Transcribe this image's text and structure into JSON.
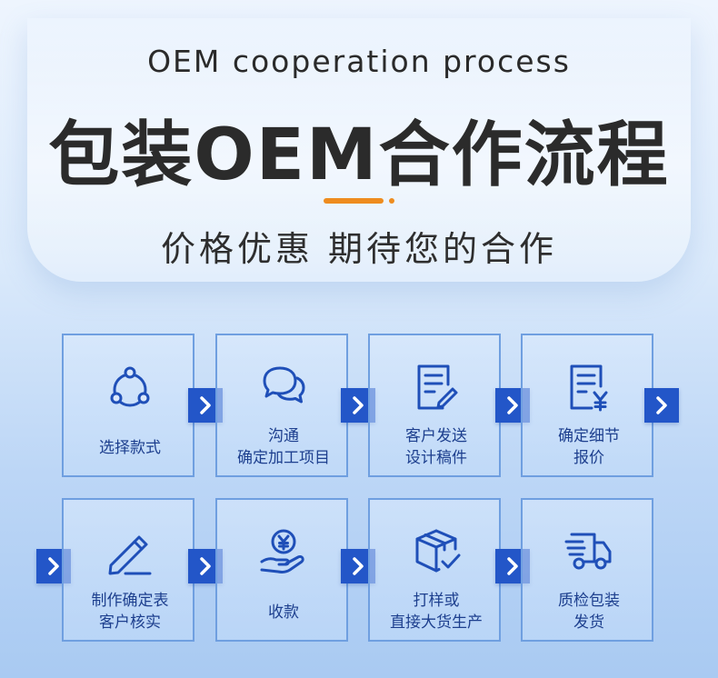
{
  "header": {
    "subtitle_en": "OEM cooperation process",
    "title": "包装OEM合作流程",
    "tagline": "价格优惠 期待您的合作"
  },
  "colors": {
    "accent": "#ee8c1f",
    "card_border": "#6f9fe0",
    "card_text": "#1d3f8e",
    "arrow_bg": "#2356c8",
    "icon_stroke": "#1f4fb8"
  },
  "steps": [
    {
      "icon": "share-nodes-icon",
      "lines": [
        "选择款式"
      ]
    },
    {
      "icon": "chat-bubbles-icon",
      "lines": [
        "沟通",
        "确定加工项目"
      ]
    },
    {
      "icon": "document-edit-icon",
      "lines": [
        "客户发送",
        "设计稿件"
      ]
    },
    {
      "icon": "document-price-icon",
      "lines": [
        "确定细节",
        "报价"
      ]
    },
    {
      "icon": "pencil-icon",
      "lines": [
        "制作确定表",
        "客户核实"
      ]
    },
    {
      "icon": "hand-coin-icon",
      "lines": [
        "收款"
      ]
    },
    {
      "icon": "box-check-icon",
      "lines": [
        "打样或",
        "直接大货生产"
      ]
    },
    {
      "icon": "delivery-truck-icon",
      "lines": [
        "质检包装",
        "发货"
      ]
    }
  ]
}
